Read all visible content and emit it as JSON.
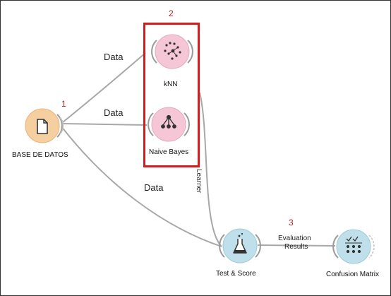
{
  "annotations": [
    "1",
    "2",
    "3"
  ],
  "edge_labels": {
    "data_knn": "Data",
    "data_nb": "Data",
    "data_test": "Data",
    "learner": "Learner",
    "evaluation_line1": "Evaluation",
    "evaluation_line2": "Results"
  },
  "nodes": {
    "base": {
      "label": "BASE DE DATOS",
      "icon": "file-icon",
      "color": "#f5cf9f"
    },
    "knn": {
      "label": "kNN",
      "icon": "knn-scatter-icon",
      "color": "#f4c6d6"
    },
    "naive": {
      "label": "Naive Bayes",
      "icon": "naive-bayes-tree-icon",
      "color": "#f4c6d6"
    },
    "test": {
      "label": "Test & Score",
      "icon": "flask-icon",
      "color": "#bfe0ea"
    },
    "confusion": {
      "label": "Confusion Matrix",
      "icon": "confusion-matrix-icon",
      "color": "#bfe0ea"
    }
  },
  "colors": {
    "highlight": "#d11d1d",
    "edge": "#a8a8a8",
    "annotation": "#b52424"
  }
}
